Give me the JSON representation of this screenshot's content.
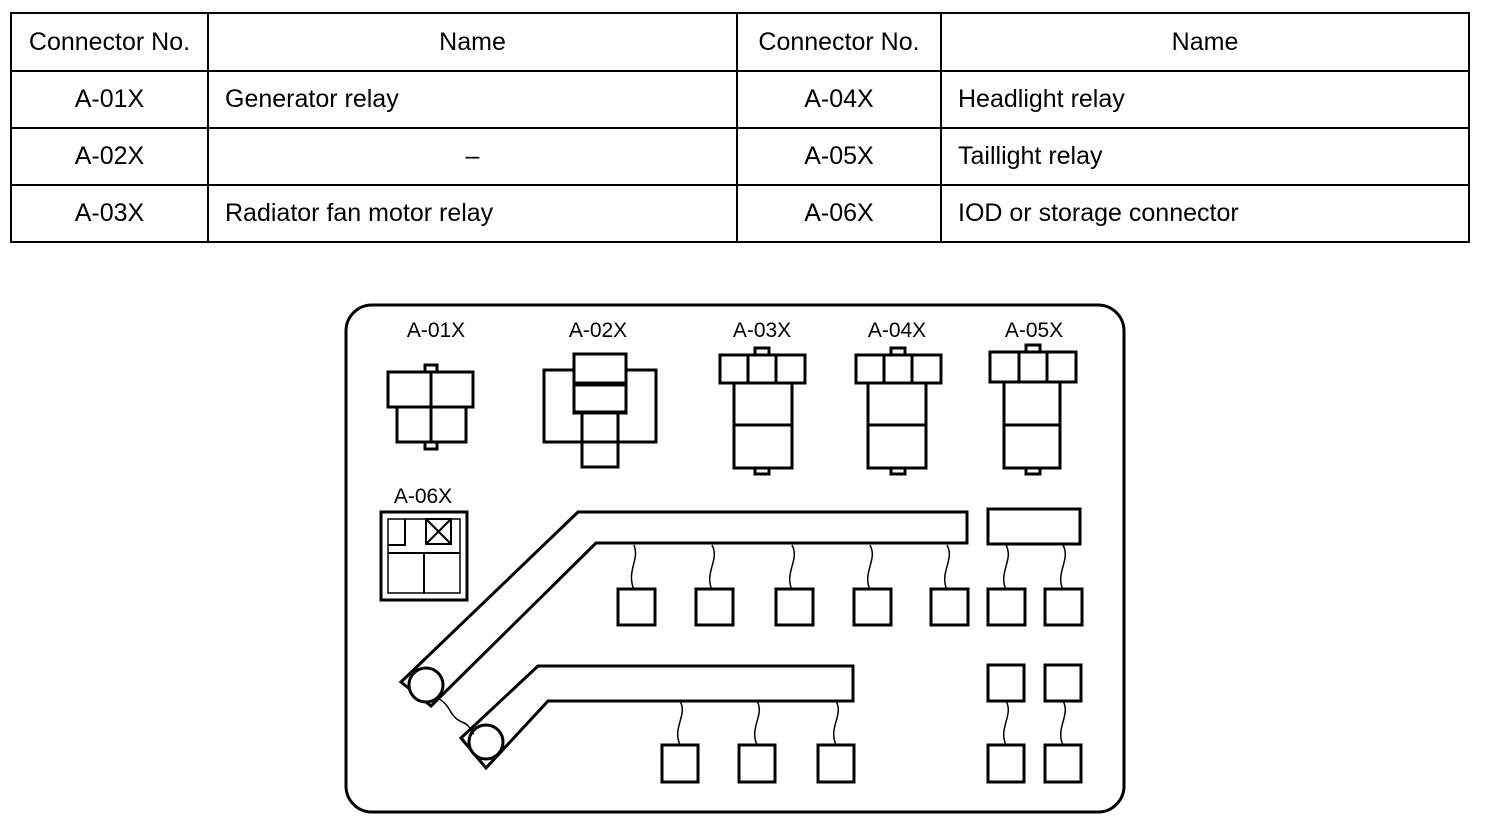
{
  "table": {
    "headers": [
      "Connector  No.",
      "Name",
      "Connector  No.",
      "Name"
    ],
    "rows": [
      {
        "no_left": "A-01X",
        "name_left": "Generator relay",
        "no_right": "A-04X",
        "name_right": "Headlight relay"
      },
      {
        "no_left": "A-02X",
        "name_left": "–",
        "no_right": "A-05X",
        "name_right": "Taillight relay"
      },
      {
        "no_left": "A-03X",
        "name_left": "Radiator fan motor relay",
        "no_right": "A-06X",
        "name_right": "IOD or storage connector"
      }
    ]
  },
  "diagram": {
    "labels": {
      "a01x": "A-01X",
      "a02x": "A-02X",
      "a03x": "A-03X",
      "a04x": "A-04X",
      "a05x": "A-05X",
      "a06x": "A-06X"
    }
  }
}
